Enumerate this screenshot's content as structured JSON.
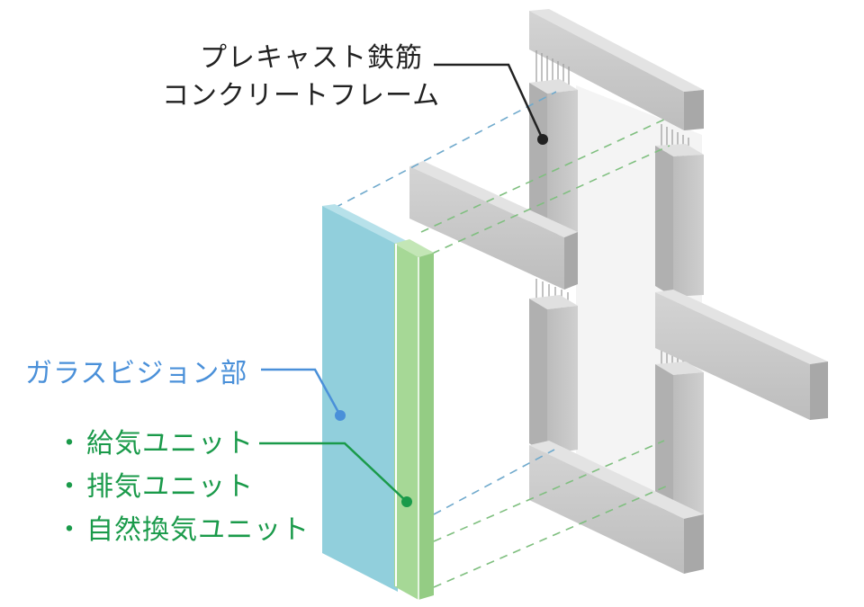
{
  "labels": {
    "frame_line1": "プレキャスト鉄筋",
    "frame_line2": "コンクリートフレーム",
    "glass": "ガラスビジョン部",
    "unit_bullet": "・",
    "units": [
      "給気ユニット",
      "排気ユニット",
      "自然換気ユニット"
    ]
  },
  "colors": {
    "glass_panel": "#91cfdc",
    "unit_panel": "#a6d896",
    "concrete": "#c9c9c9",
    "frame_label": "#222222",
    "glass_label": "#4a90d9",
    "unit_label": "#1a9a4a"
  }
}
